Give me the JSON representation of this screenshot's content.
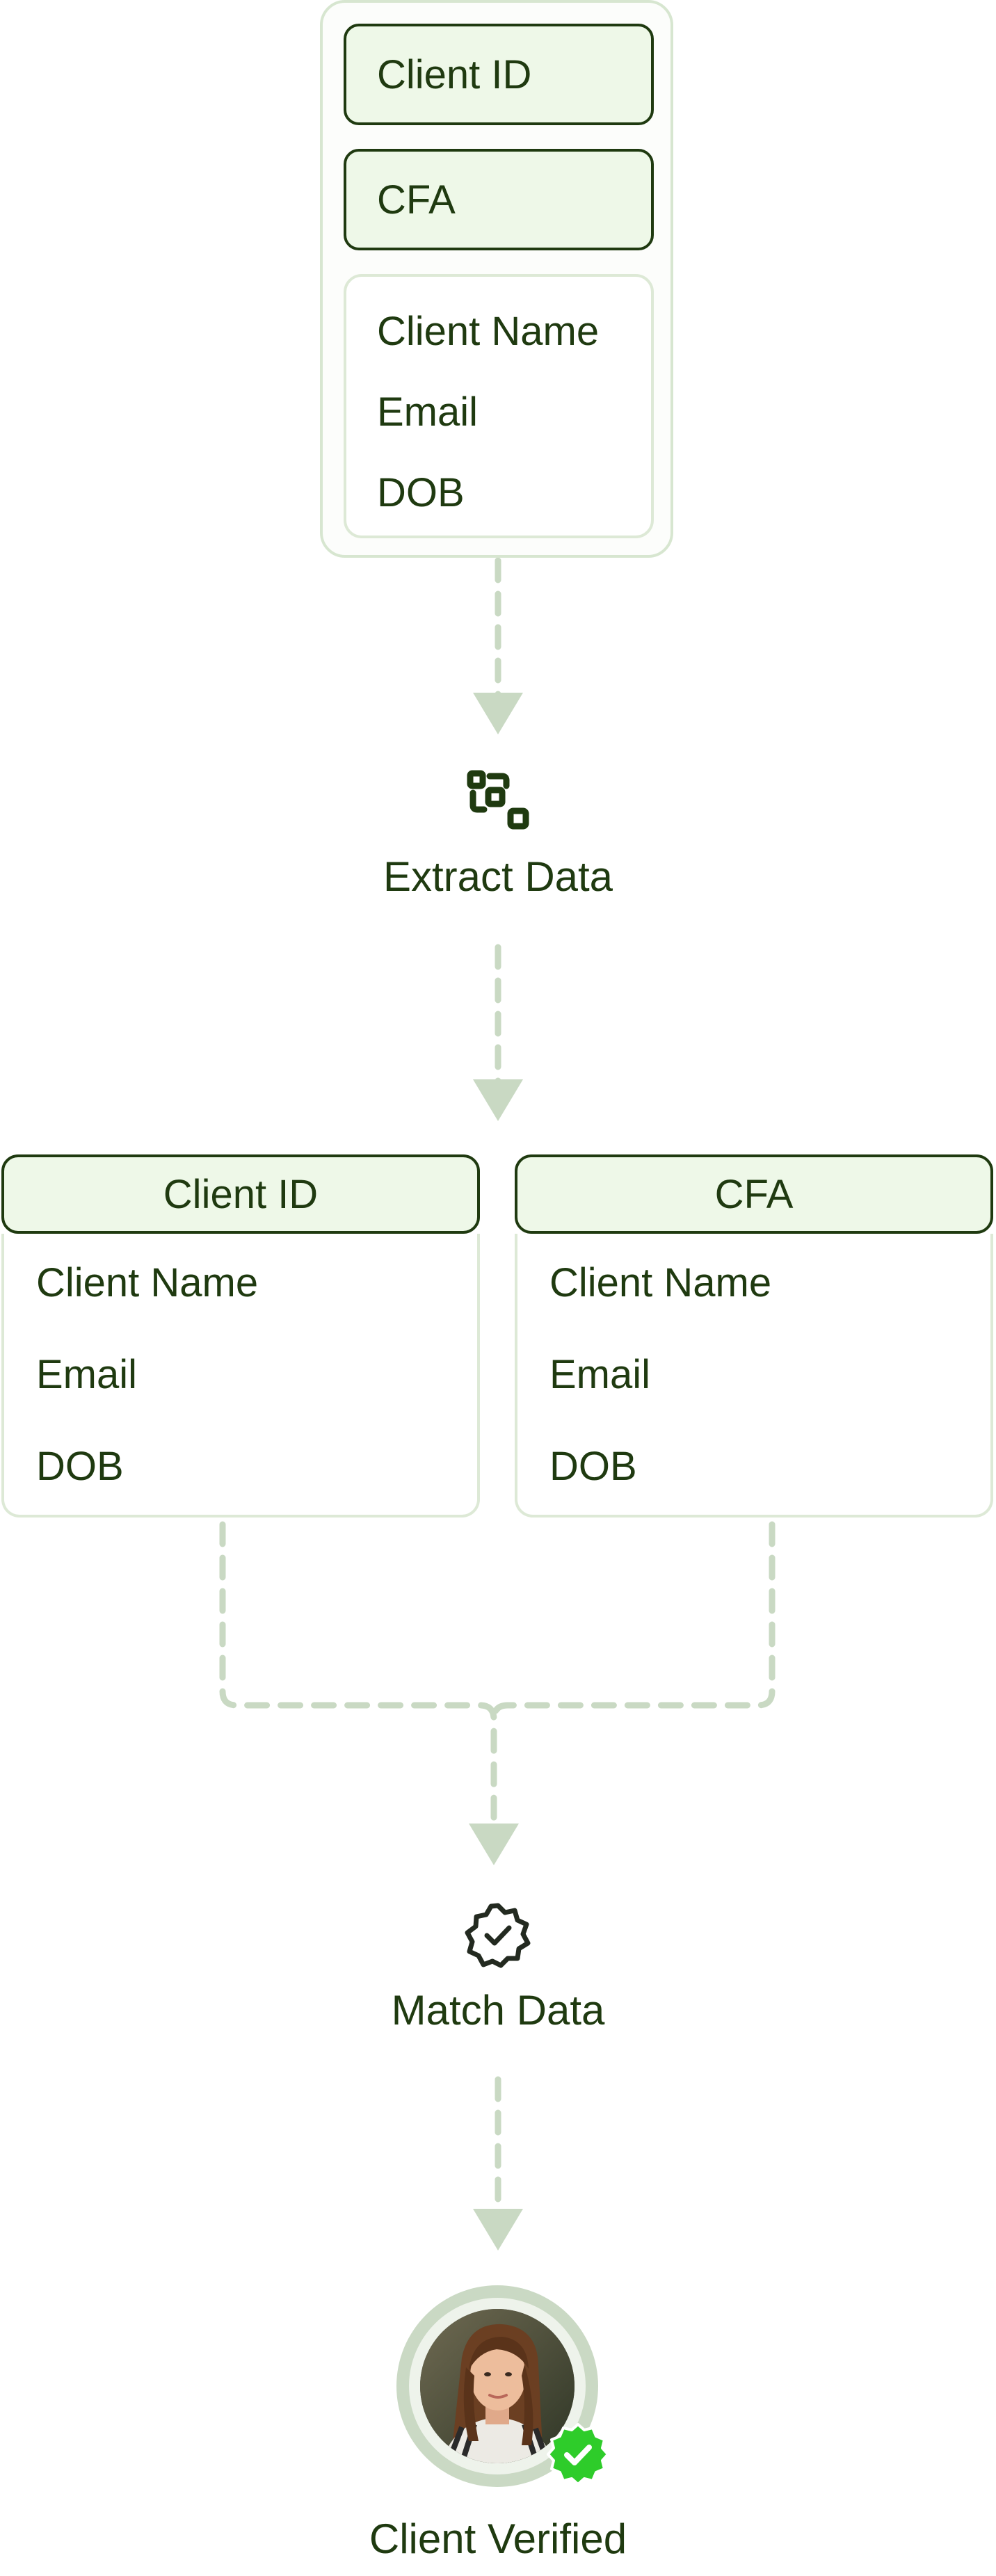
{
  "source_card": {
    "client_id_label": "Client ID",
    "cfa_label": "CFA",
    "fields": [
      "Client Name",
      "Email",
      "DOB"
    ]
  },
  "extract_step": {
    "icon": "scan-data-icon",
    "label": "Extract Data"
  },
  "columns": [
    {
      "header": "Client ID",
      "fields": [
        "Client Name",
        "Email",
        "DOB"
      ]
    },
    {
      "header": "CFA",
      "fields": [
        "Client Name",
        "Email",
        "DOB"
      ]
    }
  ],
  "match_step": {
    "icon": "verified-badge-icon",
    "label": "Match Data"
  },
  "result": {
    "avatar": "client-avatar",
    "badge_icon": "check-circle-icon",
    "label": "Client Verified"
  },
  "colors": {
    "text": "#1f3a10",
    "pill_fill": "#eef8e8",
    "connector": "#c9d9c3",
    "badge": "#2ecc2a"
  }
}
